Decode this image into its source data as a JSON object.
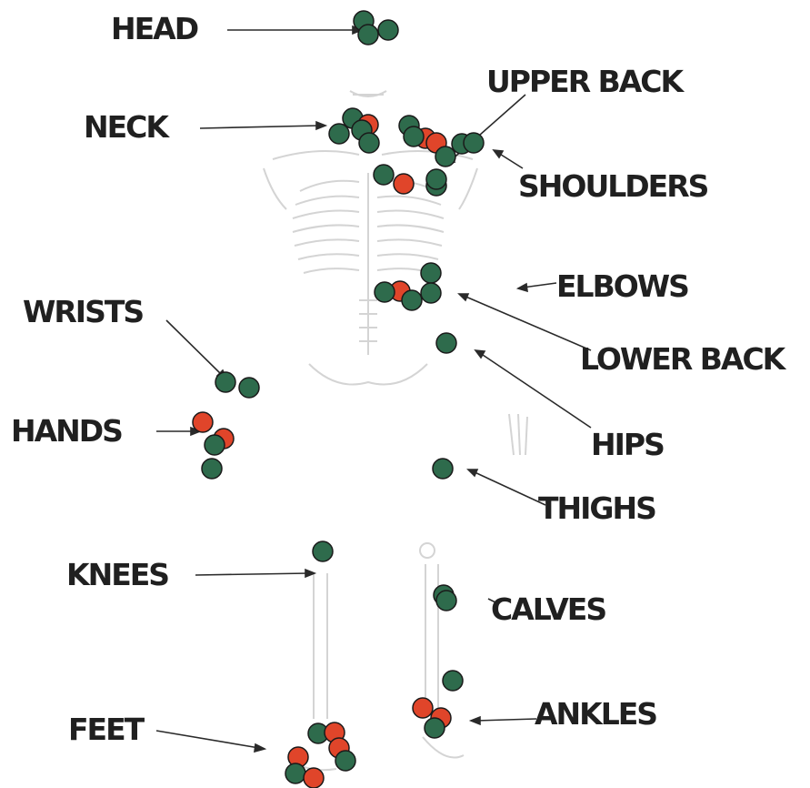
{
  "labels": {
    "head": "HEAD",
    "neck": "NECK",
    "upper_back": "UPPER BACK",
    "shoulders": "SHOULDERS",
    "elbows": "ELBOWS",
    "wrists": "WRISTS",
    "lower_back": "LOWER BACK",
    "hips": "HIPS",
    "hands": "HANDS",
    "thighs": "THIGHS",
    "knees": "KNEES",
    "calves": "CALVES",
    "feet": "FEET",
    "ankles": "ANKLES"
  },
  "colors": {
    "green_marker": "#2e6b4c",
    "red_marker": "#e0452a",
    "marker_outline": "#1a1a1a",
    "skeleton": "#d6d6d6",
    "arrow": "#2a2a2a",
    "text": "#202020"
  }
}
